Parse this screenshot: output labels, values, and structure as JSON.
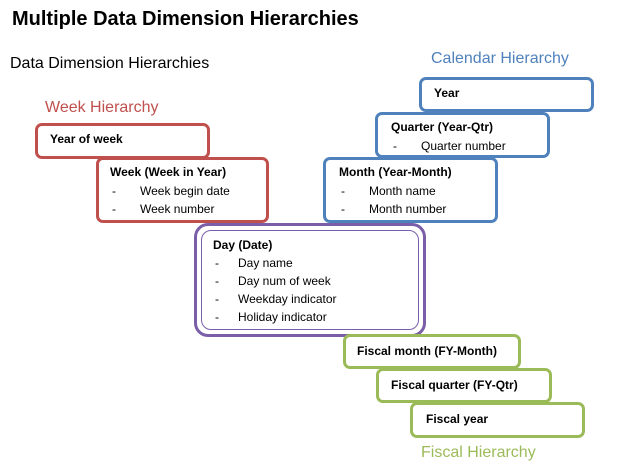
{
  "title": "Multiple Data Dimension Hierarchies",
  "subtitle": "Data Dimension Hierarchies",
  "colors": {
    "week": "#c0504d",
    "calendar": "#4f81bd",
    "fiscal": "#9bbb59",
    "day": "#7a5fa8"
  },
  "week_hierarchy": {
    "label": "Week Hierarchy",
    "year_of_week": {
      "title": "Year of week"
    },
    "week": {
      "title": "Week (Week in Year)",
      "items": [
        "Week begin date",
        "Week number"
      ]
    }
  },
  "calendar_hierarchy": {
    "label": "Calendar Hierarchy",
    "year": {
      "title": "Year"
    },
    "quarter": {
      "title": "Quarter (Year-Qtr)",
      "items": [
        "Quarter number"
      ]
    },
    "month": {
      "title": "Month (Year-Month)",
      "items": [
        "Month name",
        "Month number"
      ]
    }
  },
  "day": {
    "title": "Day (Date)",
    "items": [
      "Day name",
      "Day num of week",
      "Weekday indicator",
      "Holiday indicator"
    ]
  },
  "fiscal_hierarchy": {
    "label": "Fiscal Hierarchy",
    "month": {
      "title": "Fiscal month (FY-Month)"
    },
    "quarter": {
      "title": "Fiscal quarter (FY-Qtr)"
    },
    "year": {
      "title": "Fiscal year"
    }
  }
}
